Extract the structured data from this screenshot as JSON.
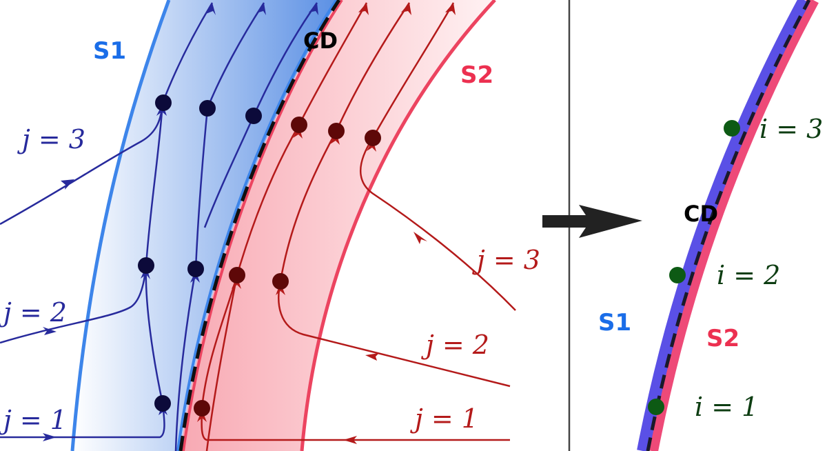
{
  "left_panel": {
    "surface_1_label": "S1",
    "surface_2_label": "S2",
    "contact_label": "CD",
    "blue_streamline_labels": [
      "j = 1",
      "j = 2",
      "j = 3"
    ],
    "red_streamline_labels": [
      "j = 1",
      "j = 2",
      "j = 3"
    ]
  },
  "right_panel": {
    "surface_1_label": "S1",
    "surface_2_label": "S2",
    "contact_label": "CD",
    "point_labels": [
      "i = 1",
      "i = 2",
      "i = 3"
    ]
  },
  "colors": {
    "s1_blue": "#3d85ea",
    "s2_red": "#ec4460",
    "blue_flow": "#272a9c",
    "red_flow": "#b41a1a",
    "blue_dot": "#0c0a3a",
    "red_dot": "#5e0808",
    "green_dot": "#0d5a14",
    "green_text": "#0d3d12",
    "right_blue_band": "#5a50e6",
    "right_red_band": "#ee4a78",
    "divider": "#444444",
    "arrow": "#222222"
  }
}
